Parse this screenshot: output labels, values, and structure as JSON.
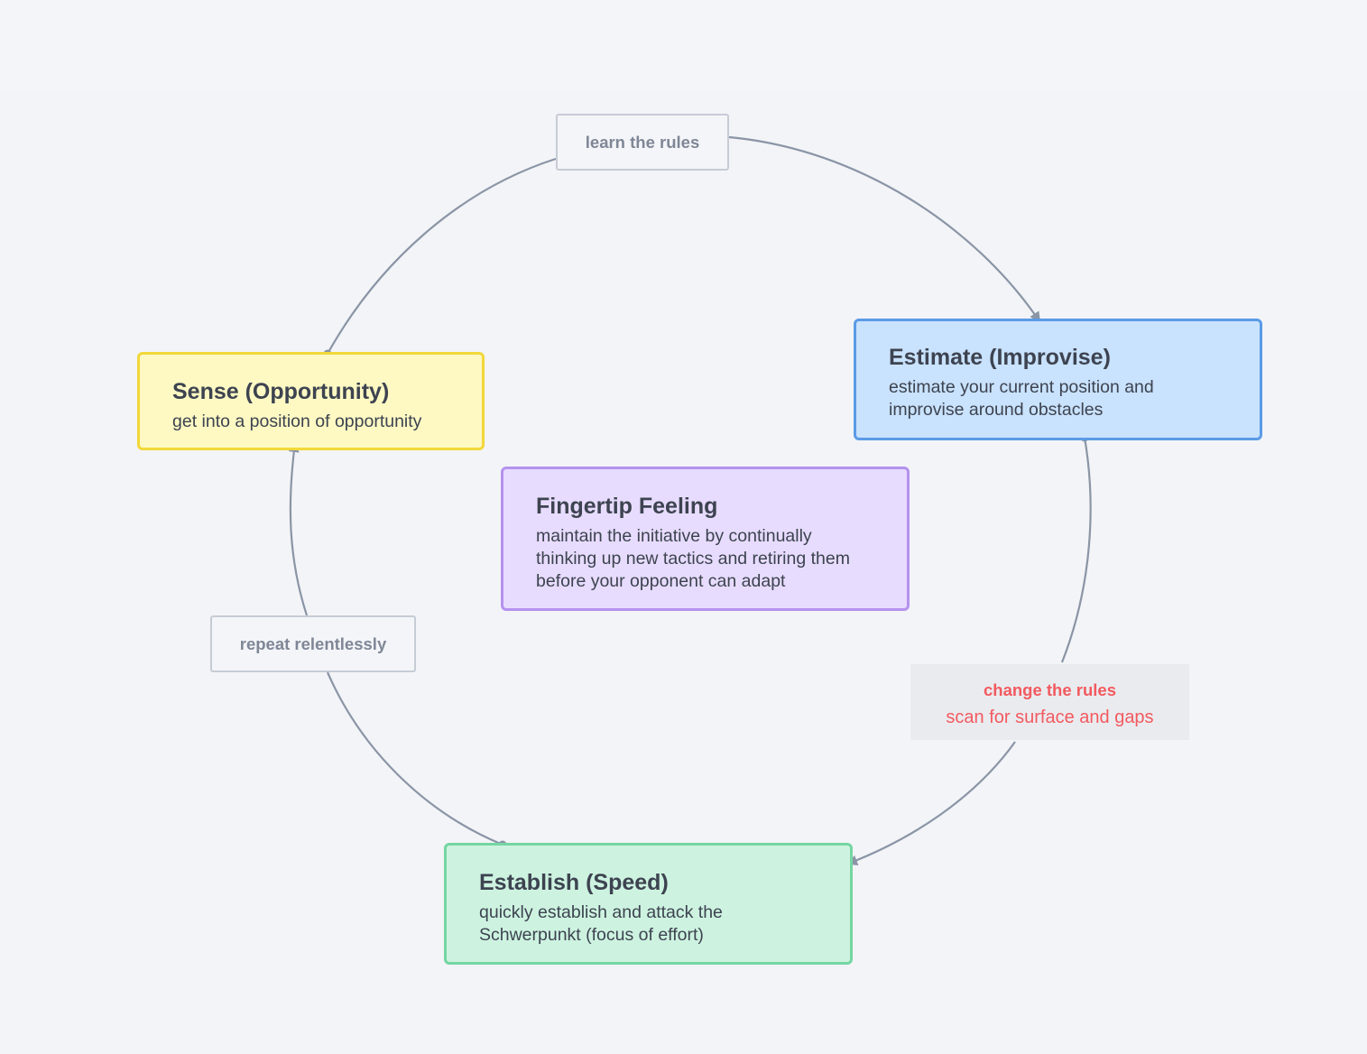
{
  "colors": {
    "background": "#f3f4f7",
    "edge": "#8a95a6",
    "sense_fill": "#fef9c3",
    "sense_border": "#f2d73a",
    "estimate_fill": "#c9e2fd",
    "estimate_border": "#5b9be6",
    "finger_fill": "#e7dcfd",
    "finger_border": "#b592ef",
    "establish_fill": "#cdf3e0",
    "establish_border": "#74d6a2",
    "alert_text": "#f25a5f"
  },
  "nodes": {
    "sense": {
      "title": "Sense (Opportunity)",
      "desc": "get into a position of opportunity"
    },
    "estimate": {
      "title": "Estimate (Improvise)",
      "desc_1": "estimate your current position and",
      "desc_2": "improvise around obstacles"
    },
    "finger": {
      "title": "Fingertip Feeling",
      "desc_1": "maintain the initiative by continually",
      "desc_2": "thinking up new tactics and retiring them",
      "desc_3": "before your opponent can adapt"
    },
    "establish": {
      "title": "Establish (Speed)",
      "desc_1": "quickly establish and attack the",
      "desc_2": "Schwerpunkt (focus of effort)"
    }
  },
  "edge_labels": {
    "learn": "learn the rules",
    "repeat": "repeat relentlessly",
    "change_title": "change the rules",
    "change_sub": "scan for surface and gaps"
  }
}
